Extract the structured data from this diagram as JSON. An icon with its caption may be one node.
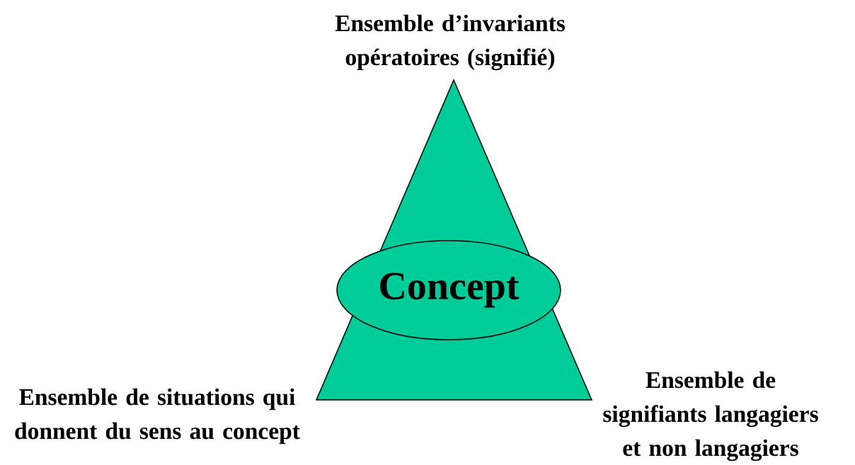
{
  "diagram": {
    "nodes": [
      {
        "text": [
          "Concept"
        ]
      }
    ],
    "labels": [
      "Ensemble d’invariants opératoires (signifié)",
      "Ensemble de situations qui donnent du sens au concept",
      "Ensemble de signifiants langagiers et non langagiers"
    ]
  }
}
